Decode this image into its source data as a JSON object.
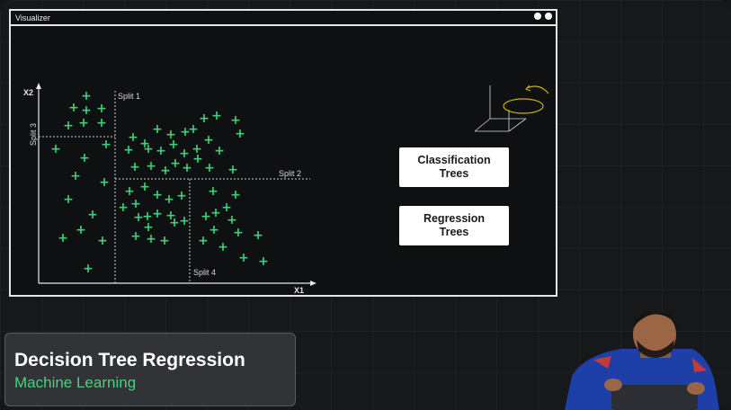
{
  "window": {
    "title": "Visualizer"
  },
  "plot": {
    "x_axis_label": "X1",
    "y_axis_label": "X2",
    "splits": [
      "Split 1",
      "Split 2",
      "Split 3",
      "Split 4"
    ],
    "marker_symbol": "+"
  },
  "tree_types": [
    "Classification Trees",
    "Regression Trees"
  ],
  "lower_third": {
    "title": "Decision Tree Regression",
    "subtitle": "Machine Learning"
  },
  "colors": {
    "background": "#17181a",
    "window_border": "#e6e6e6",
    "marker_green": "#3fcf7a",
    "subtitle_green": "#49d27e",
    "sketch_orbit": "#c8b400"
  }
}
